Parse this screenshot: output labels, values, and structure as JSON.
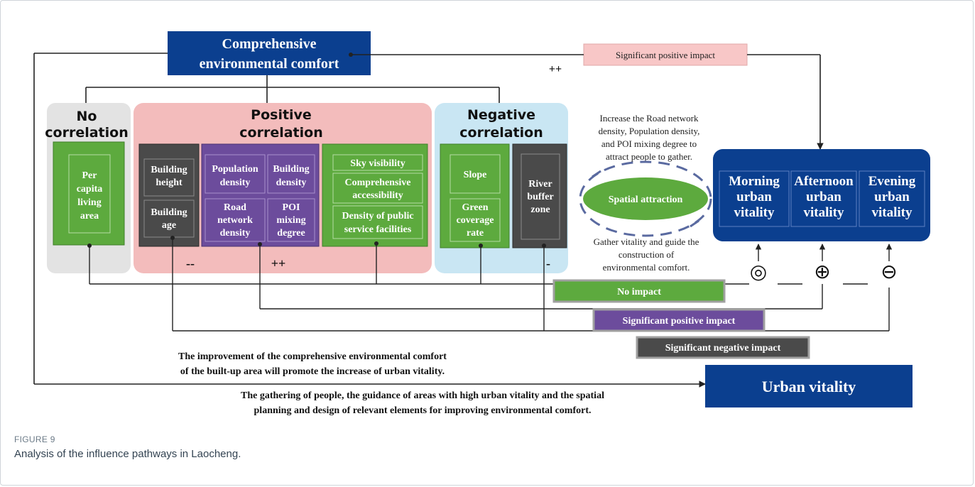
{
  "colors": {
    "navy": "#0b3f8f",
    "pink_bg": "#f3bcbc",
    "gray_bg": "#e3e3e3",
    "blue_bg": "#c9e6f3",
    "green": "#5daa3e",
    "purple": "#6c4c9c",
    "dark": "#4a4a4a",
    "line": "#222222"
  },
  "top": {
    "title_line1": "Comprehensive",
    "title_line2": "environmental comfort",
    "impact_label": "Significant positive impact",
    "plus_plus": "++"
  },
  "groups": {
    "no_corr_l1": "No",
    "no_corr_l2": "correlation",
    "pos_corr_l1": "Positive",
    "pos_corr_l2": "correlation",
    "neg_corr_l1": "Negative",
    "neg_corr_l2": "correlation"
  },
  "factors": {
    "per_capita": [
      "Per",
      "capita",
      "living",
      "area"
    ],
    "building_height": [
      "Building",
      "height"
    ],
    "building_age": [
      "Building",
      "age"
    ],
    "population_density": [
      "Population",
      "density"
    ],
    "building_density": [
      "Building",
      "density"
    ],
    "road_network_density": [
      "Road",
      "network",
      "density"
    ],
    "poi_mixing": [
      "POI",
      "mixing",
      "degree"
    ],
    "sky_visibility": "Sky visibility",
    "comprehensive_accessibility": [
      "Comprehensive",
      "accessibility"
    ],
    "public_service": [
      "Density of public",
      "service facilities"
    ],
    "slope": "Slope",
    "green_coverage": [
      "Green",
      "coverage",
      "rate"
    ],
    "river_buffer": [
      "River",
      "buffer",
      "zone"
    ]
  },
  "signs": {
    "minus_minus": "--",
    "plus_plus": "++",
    "minus": "-"
  },
  "spatial": {
    "label": "Spatial attraction",
    "top_text": [
      "Increase the Road network",
      "density, Population density,",
      "and POI mixing degree to",
      "attract people to gather."
    ],
    "bottom_text": [
      "Gather vitality and guide the",
      "construction of",
      "environmental comfort."
    ]
  },
  "vitality": {
    "morning": [
      "Morning",
      "urban",
      "vitality"
    ],
    "afternoon": [
      "Afternoon",
      "urban",
      "vitality"
    ],
    "evening": [
      "Evening",
      "urban",
      "vitality"
    ]
  },
  "symbols": {
    "none": "◎",
    "positive": "⊕",
    "negative": "⊖"
  },
  "legend": {
    "no_impact": "No impact",
    "significant_positive": "Significant positive impact",
    "significant_negative": "Significant negative impact"
  },
  "bottom": {
    "improvement_l1": "The improvement of the comprehensive environmental comfort",
    "improvement_l2": "of the built-up area will promote the increase of urban vitality.",
    "urban_vitality": "Urban vitality",
    "gathering_l1": "The gathering of people, the guidance of areas with high urban vitality and the spatial",
    "gathering_l2": "planning and design of relevant elements for improving environmental comfort."
  },
  "figure": {
    "label": "FIGURE 9",
    "caption": "Analysis of the influence pathways in Laocheng."
  }
}
